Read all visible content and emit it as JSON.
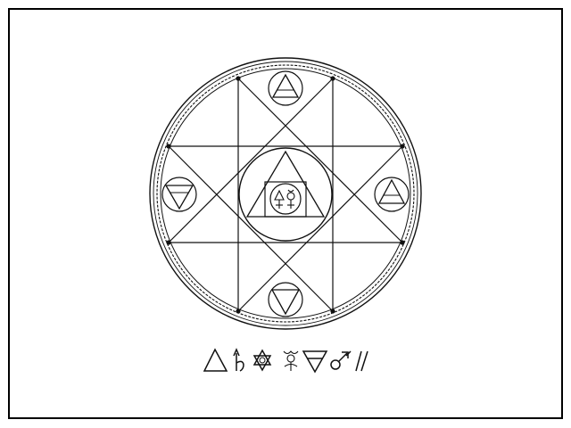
{
  "figure": {
    "ink_color": "#111111",
    "background_color": "#ffffff",
    "frame_color": "#000000"
  },
  "elements": {
    "top_medallion": {
      "symbol": "fire-triangle",
      "icon": "triangle-up-with-bar"
    },
    "bottom_medallion": {
      "symbol": "water-triangle",
      "icon": "triangle-down"
    },
    "left_medallion": {
      "symbol": "earth-triangle",
      "icon": "triangle-down-with-bar"
    },
    "right_medallion": {
      "symbol": "air-triangle",
      "icon": "triangle-up-with-bar"
    },
    "center_inner_glyphs": {
      "symbol": "planetary-ligature",
      "icon": "sulfur-and-mercury-glyphs"
    }
  },
  "legend_row": {
    "glyphs": [
      {
        "name": "fire-triangle-icon",
        "icon": "triangle-up"
      },
      {
        "name": "saturn-glyph-icon",
        "icon": "saturn-sickle-with-arrow"
      },
      {
        "name": "hexagram-star-icon",
        "icon": "six-point-star"
      },
      {
        "name": "mercury-ligature-icon",
        "icon": "mercury-knot"
      },
      {
        "name": "water-cross-triangle-icon",
        "icon": "triangle-down-with-bar"
      },
      {
        "name": "mars-glyph-icon",
        "icon": "mars-arrow"
      },
      {
        "name": "double-slash-icon",
        "icon": "double-slash"
      }
    ]
  }
}
